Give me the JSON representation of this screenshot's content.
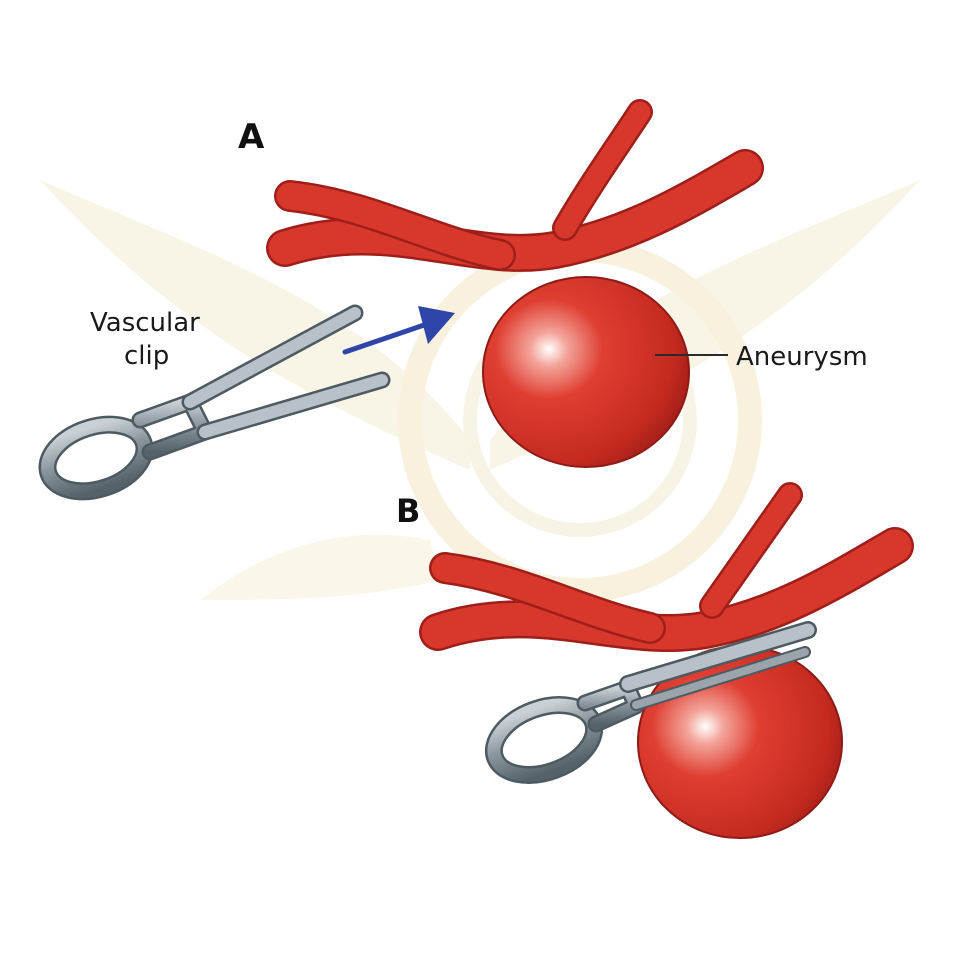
{
  "figure": {
    "panels": [
      {
        "letter": "A"
      },
      {
        "letter": "B"
      }
    ],
    "labels": {
      "clip_line1": "Vascular",
      "clip_line2": "clip",
      "aneurysm": "Aneurysm"
    },
    "colors": {
      "vessel": "#d8372c",
      "vessel_dark": "#a8201a",
      "vessel_outline": "#8e1b16",
      "clip_metal": "#8a969d",
      "clip_dark": "#4e5a61",
      "arrow": "#2f45a8",
      "watermark": "#f2e9c9"
    },
    "watermark_icon": "winged-shield-emblem"
  }
}
